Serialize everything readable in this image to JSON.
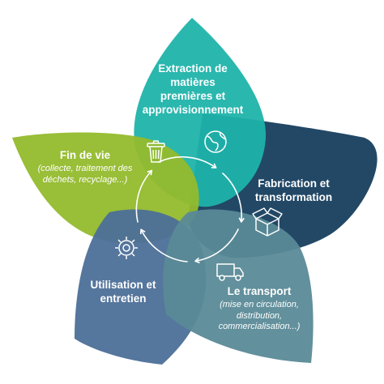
{
  "colors": {
    "extraction": "#1fb3aa",
    "fabrication": "#163e5e",
    "transport": "#5a8a97",
    "utilisation": "#4c6f98",
    "fin_de_vie": "#93bb2c",
    "cycle": "#ffffff"
  },
  "stages": {
    "extraction": {
      "title": "Extraction de\nmatières\npremières et\napprovisionnement",
      "icon": "globe-icon"
    },
    "fabrication": {
      "title": "Fabrication et\ntransformation",
      "icon": "box-icon"
    },
    "transport": {
      "title": "Le transport",
      "subtitle": "(mise en circulation,\ndistribution,\ncommercialisation...)",
      "icon": "truck-icon"
    },
    "utilisation": {
      "title": "Utilisation et\nentretien",
      "icon": "gear-icon"
    },
    "fin_de_vie": {
      "title": "Fin de vie",
      "subtitle": "(collecte, traitement des\ndéchets, recyclage...)",
      "icon": "trash-icon"
    }
  }
}
